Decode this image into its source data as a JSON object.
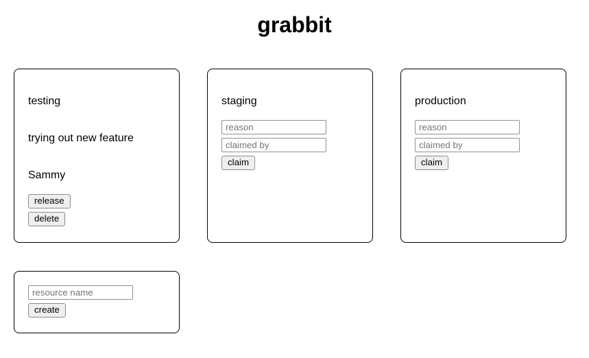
{
  "app": {
    "title": "grabbit"
  },
  "resources": [
    {
      "name": "testing",
      "reason": "trying out new feature",
      "claimed_by": "Sammy",
      "actions": {
        "release": "release",
        "delete": "delete"
      }
    },
    {
      "name": "staging",
      "form": {
        "reason_placeholder": "reason",
        "claimed_by_placeholder": "claimed by",
        "claim_label": "claim"
      }
    },
    {
      "name": "production",
      "form": {
        "reason_placeholder": "reason",
        "claimed_by_placeholder": "claimed by",
        "claim_label": "claim"
      }
    }
  ],
  "create": {
    "name_placeholder": "resource name",
    "create_label": "create"
  },
  "colors": {
    "card_border": "#000000",
    "button_bg": "#efefef",
    "button_border": "#8c8c8c",
    "input_border": "#919191",
    "placeholder_text": "#757575"
  }
}
